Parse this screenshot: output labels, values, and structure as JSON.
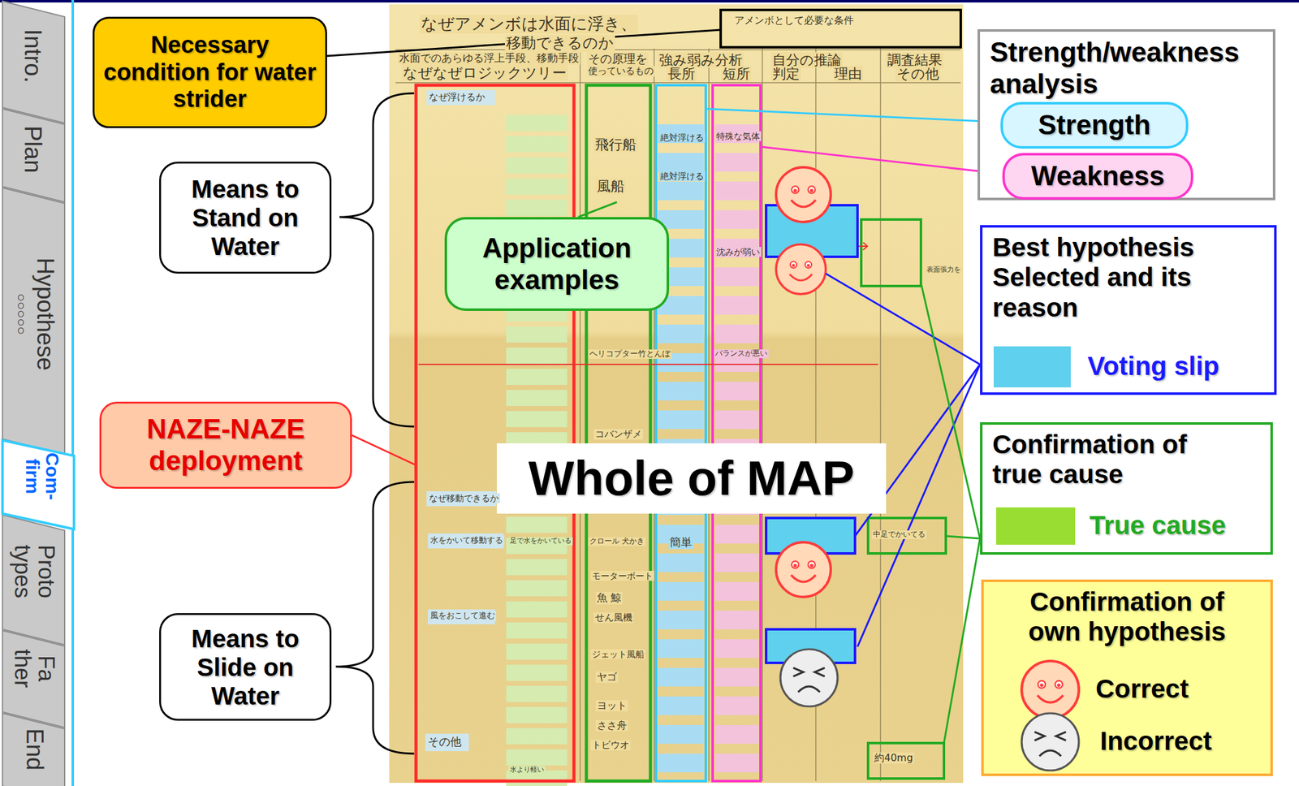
{
  "diagram": {
    "nodes": [
      {
        "text": [
          "Necessary condition for water strider"
        ]
      },
      {
        "text": [
          "Means to Stand on Water"
        ]
      },
      {
        "text": [
          "Application examples"
        ]
      },
      {
        "text": [
          "NAZE-NAZE deployment"
        ]
      },
      {
        "text": [
          "Whole of MAP"
        ]
      },
      {
        "text": [
          "Means to Slide on Water"
        ]
      },
      {
        "text": [
          "Strength/weakness analysis"
        ]
      },
      {
        "text": [
          "Strength"
        ],
        "in": 6
      },
      {
        "text": [
          "Weakness"
        ],
        "in": 6
      },
      {
        "text": [
          "Best hypothesis Selected and its reason"
        ]
      },
      {
        "text": [
          "Confirmation of true cause"
        ]
      },
      {
        "text": [
          "Confirmation of own hypothesis"
        ]
      }
    ],
    "labels": [
      "Intro.",
      "Plan",
      "Hypothese",
      "○○○○○",
      "Com- firm",
      "Proto types",
      "Fa ther",
      "End",
      "なぜアメンボは水面に浮き、",
      "移動できるのか",
      "アメンボとして必要な条件",
      "水面でのあらゆる浮上手段、移動手段",
      "なぜなぜロジックツリー",
      "その原理を",
      "使っているもの",
      "強み弱み分析",
      "長所",
      "短所",
      "自分の推論",
      "判定",
      "理由",
      "調査結果",
      "その他",
      "なぜ浮けるか",
      "飛行船",
      "風船",
      "絶対浮ける",
      "絶対浮ける",
      "特殊な気体",
      "沈みが弱い",
      "ヘリコプター竹とんぼ",
      "バランスが悪い",
      "コバンザメ",
      "なぜ移動できるか",
      "水をかいて移動する",
      "足で水をかいている",
      "クロール 犬かき",
      "簡単",
      "モーターボート",
      "魚 鯨",
      "せん風機",
      "風をおこして進む",
      "ジェット風船",
      "ヤゴ",
      "ヨット",
      "ささ舟",
      "トビウオ",
      "その他",
      "中足でかいてる",
      "約40mg",
      "表面張力を",
      "水より軽い"
    ],
    "legend": [
      {
        "text": "Voting slip",
        "color": "#5fd0ee"
      },
      {
        "text": "True cause",
        "color": "#99dd33"
      },
      {
        "text": "Correct"
      },
      {
        "text": "Incorrect"
      }
    ]
  }
}
